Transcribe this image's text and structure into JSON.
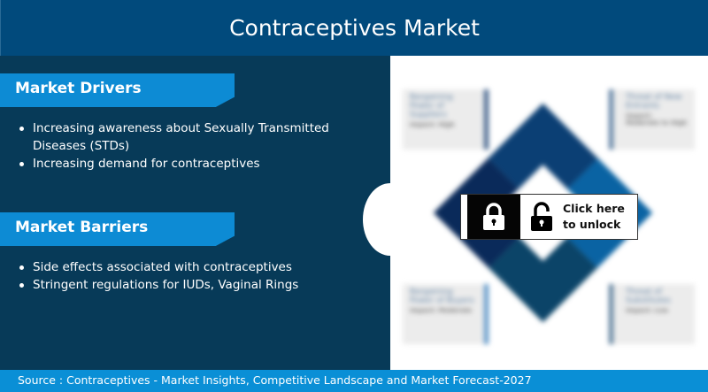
{
  "header": {
    "title": "Contraceptives Market"
  },
  "drivers": {
    "title": "Market Drivers",
    "items": [
      "Increasing awareness about Sexually Transmitted Diseases (STDs)",
      "Increasing demand for contraceptives"
    ]
  },
  "barriers": {
    "title": "Market Barriers",
    "items": [
      "Side effects associated with contraceptives",
      "Stringent regulations for IUDs, Vaginal Rings"
    ]
  },
  "preview": {
    "boxes": [
      {
        "title": "Bargaining Power of Suppliers",
        "impact": "Impact: High"
      },
      {
        "title": "Threat of New Entrants",
        "impact": "Impact: Moderate to High"
      },
      {
        "title": "Bargaining Power of Buyers",
        "impact": "Impact: Moderate"
      },
      {
        "title": "Threat of Substitutes",
        "impact": "Impact: Low"
      }
    ],
    "colors": {
      "top": "#0b3f74",
      "right": "#0a63a3",
      "bottom": "#0b4468",
      "left": "#0a2a5a"
    }
  },
  "unlock": {
    "label_line1": "Click here",
    "label_line2": "to unlock",
    "icons": [
      "lock-icon",
      "unlock-icon"
    ]
  },
  "footer": {
    "source": "Source : Contraceptives - Market Insights, Competitive Landscape and Market Forecast-2027"
  }
}
